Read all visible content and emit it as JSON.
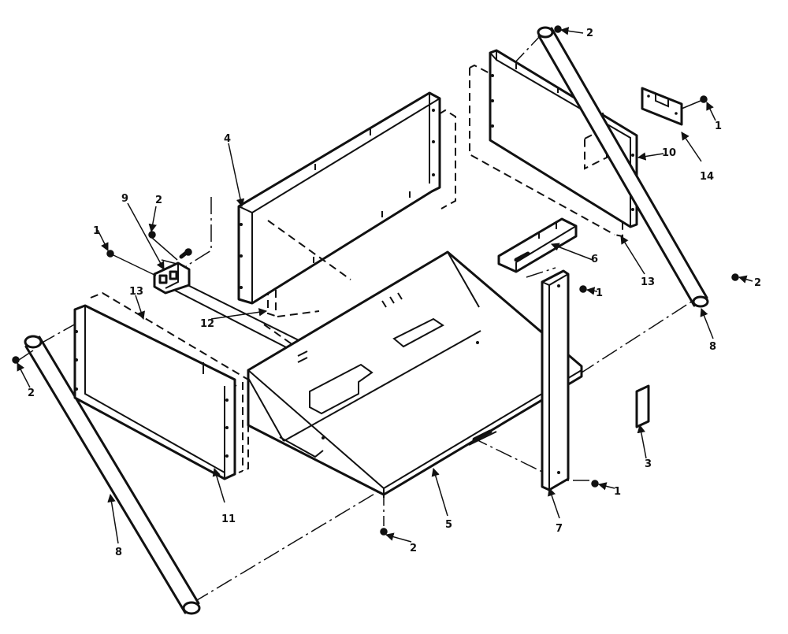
{
  "callouts": {
    "c1a": "1",
    "c1b": "1",
    "c1c": "1",
    "c1d": "1",
    "c2a": "2",
    "c2b": "2",
    "c2c": "2",
    "c2d": "2",
    "c3": "3",
    "c4": "4",
    "c5": "5",
    "c6": "6",
    "c7": "7",
    "c8a": "8",
    "c8b": "8",
    "c9": "9",
    "c10": "10",
    "c11": "11",
    "c12": "12",
    "c13a": "13",
    "c13b": "13",
    "c14": "14"
  },
  "colors": {
    "ink": "#111111",
    "paper": "#ffffff"
  }
}
